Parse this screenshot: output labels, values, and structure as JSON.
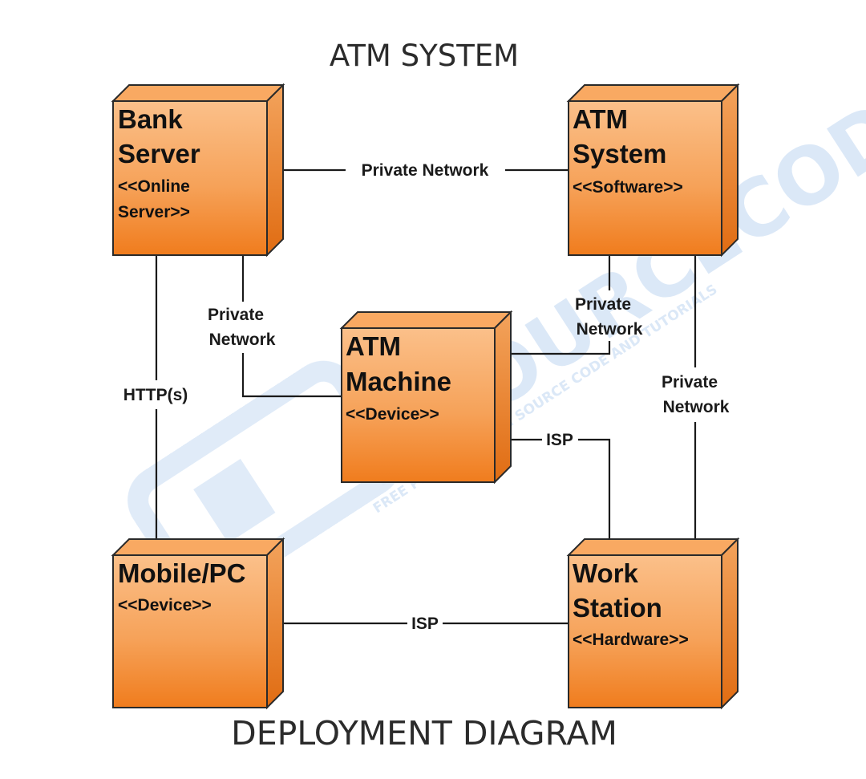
{
  "diagram": {
    "title": "ATM SYSTEM",
    "footer": "DEPLOYMENT DIAGRAM",
    "watermark": "ITSOURCECODE",
    "watermark_tagline": "FREE PROJECTS WITH SOURCE CODE AND TUTORIALS"
  },
  "nodes": {
    "bank_server": {
      "title_line1": "Bank",
      "title_line2": "Server",
      "stereo_line1": "<<Online",
      "stereo_line2": "Server>>"
    },
    "atm_system": {
      "title_line1": "ATM",
      "title_line2": "System",
      "stereo_line1": "<<Software>>"
    },
    "atm_machine": {
      "title_line1": "ATM",
      "title_line2": "Machine",
      "stereo_line1": "<<Device>>"
    },
    "mobile_pc": {
      "title_line1": "Mobile/PC",
      "stereo_line1": "<<Device>>"
    },
    "work_station": {
      "title_line1": "Work",
      "title_line2": "Station",
      "stereo_line1": "<<Hardware>>"
    }
  },
  "edges": {
    "bank_to_atm_system": "Private Network",
    "bank_to_atm_machine_line1": "Private",
    "bank_to_atm_machine_line2": "Network",
    "atm_system_to_atm_machine_line1": "Private",
    "atm_system_to_atm_machine_line2": "Network",
    "atm_system_to_work_station_line1": "Private",
    "atm_system_to_work_station_line2": "Network",
    "bank_to_mobile": "HTTP(s)",
    "atm_machine_to_work_station": "ISP",
    "mobile_to_work_station": "ISP"
  },
  "colors": {
    "node_top": "#fbc08a",
    "node_bottom": "#f07c1d",
    "node_face_mid": "#f6a259",
    "node_side": "#e6781f",
    "node_lid": "#f9a962",
    "node_stroke": "#2a2a2a",
    "edge": "#1a1a1a"
  }
}
